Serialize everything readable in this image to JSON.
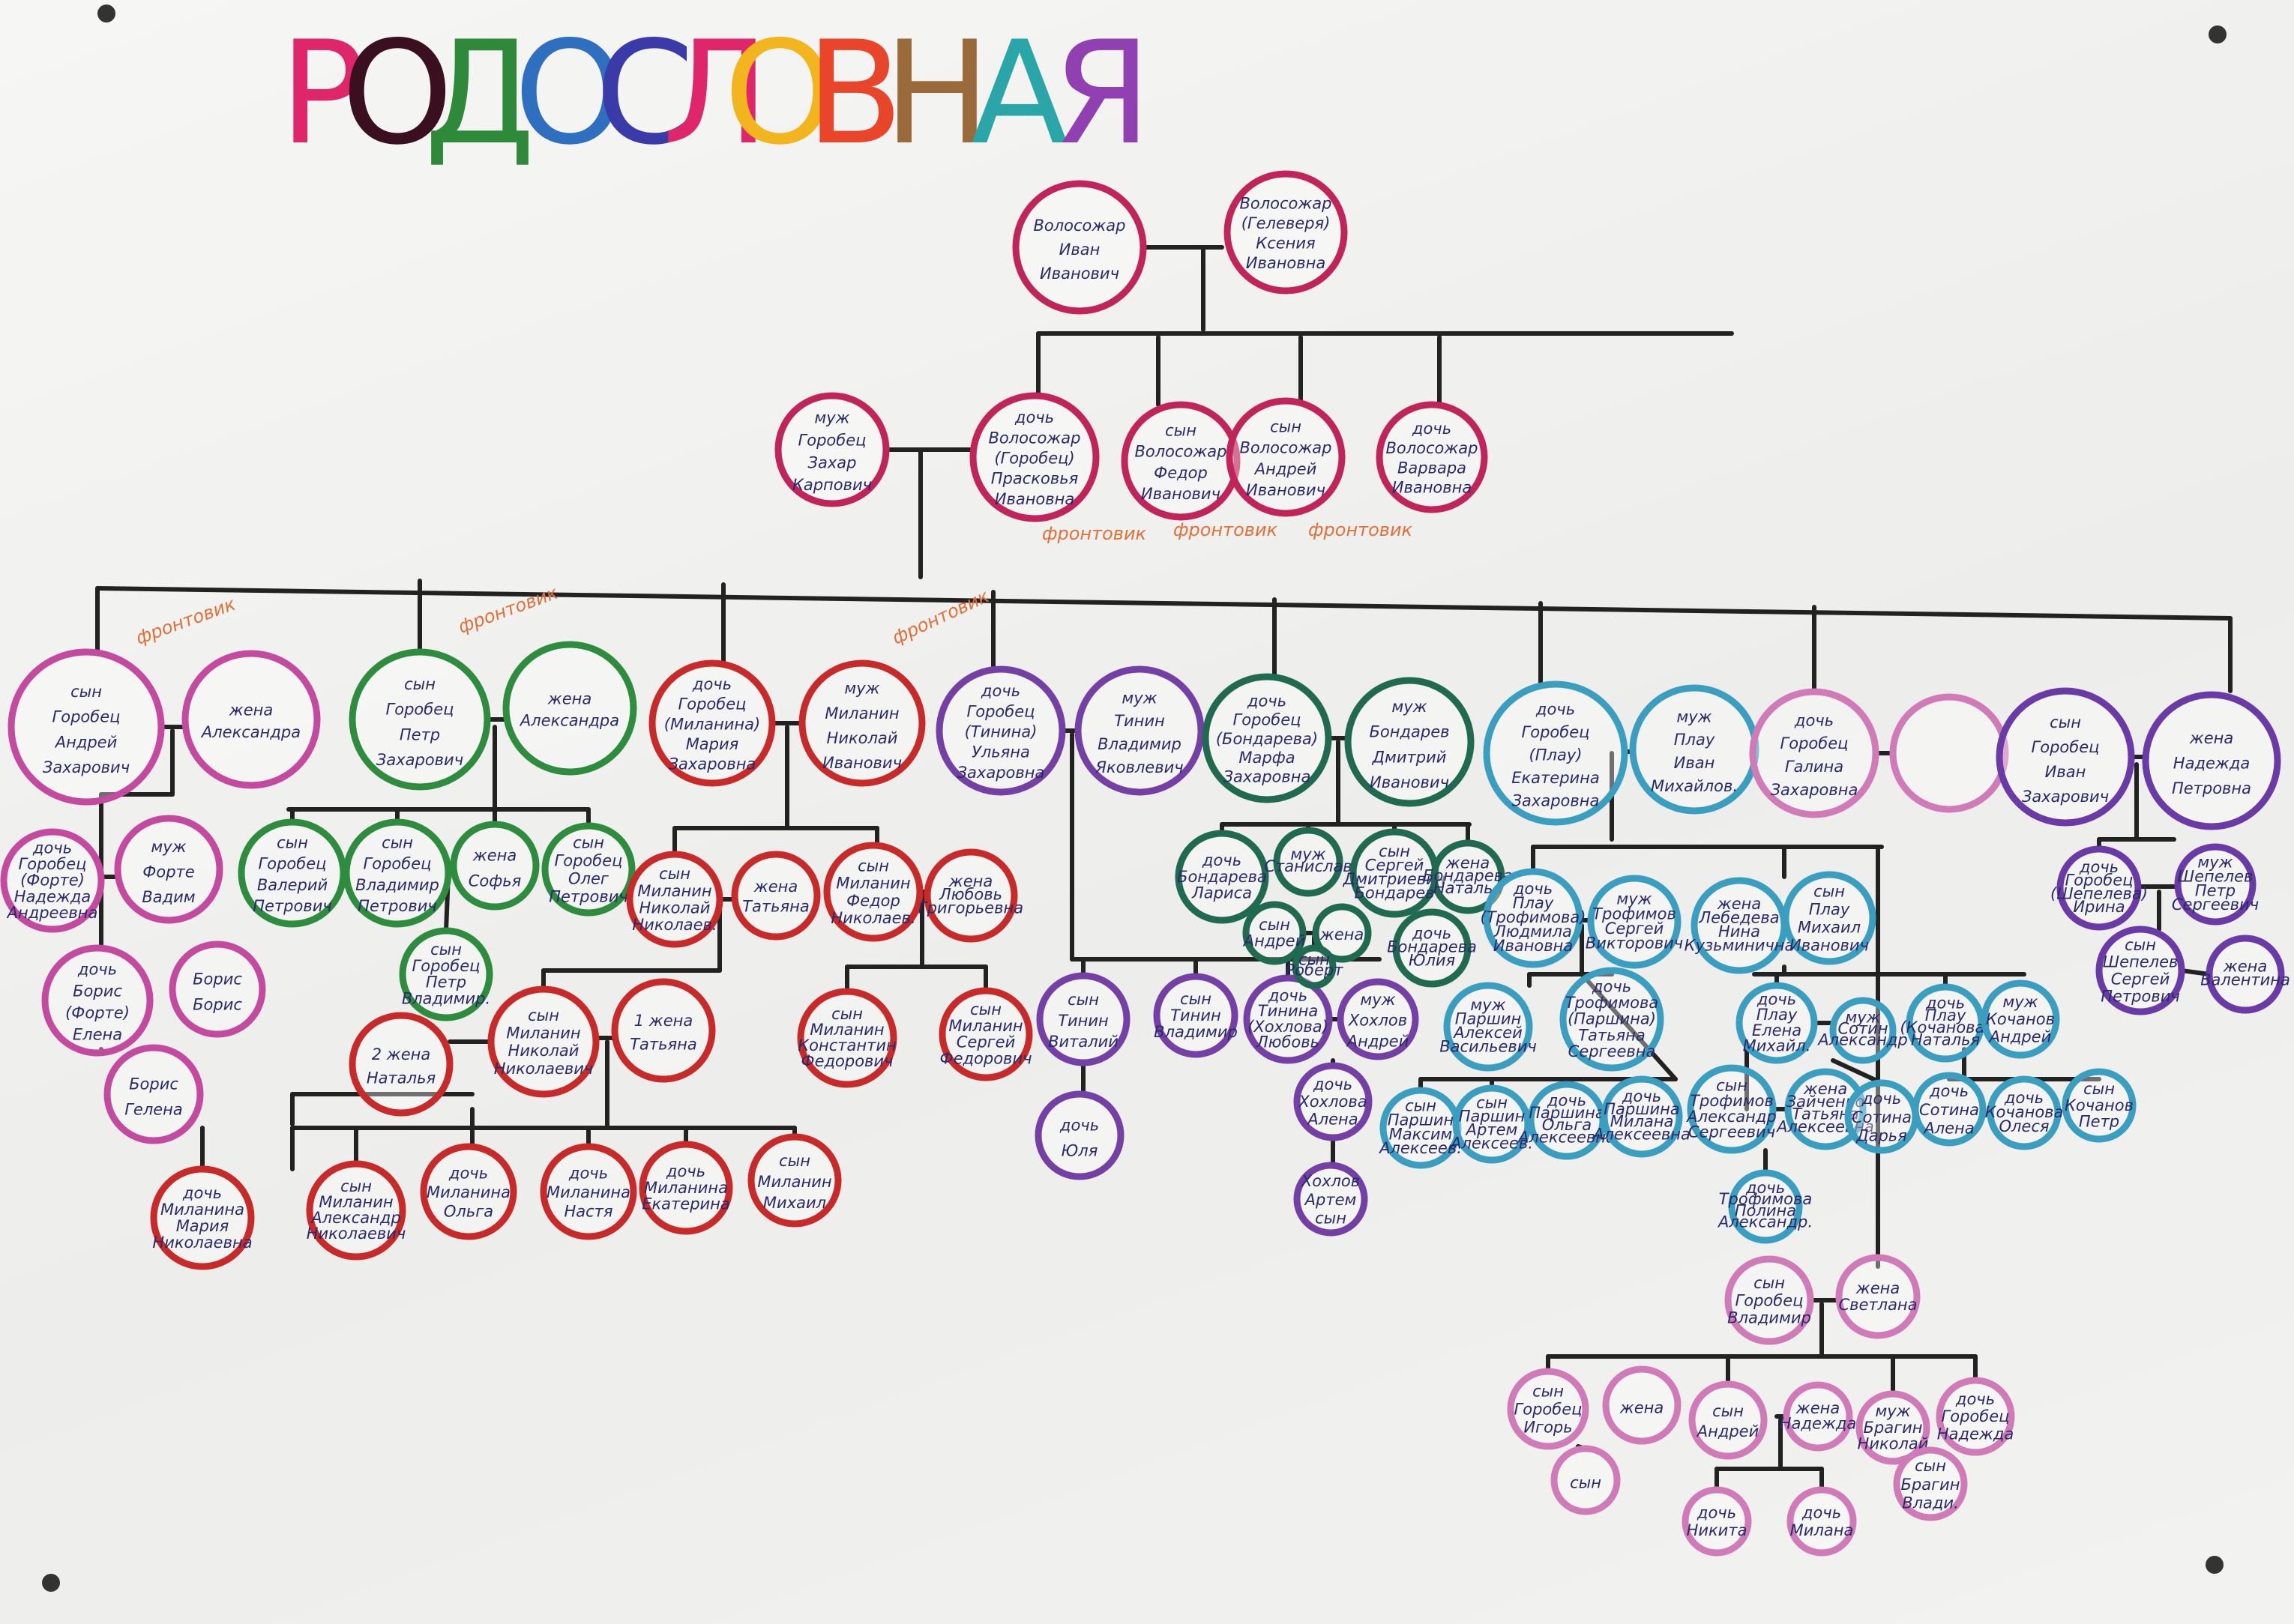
{
  "title_letters": [
    "Р",
    "О",
    "Д",
    "О",
    "С",
    "Л",
    "О",
    "В",
    "Н",
    "А",
    "Я"
  ],
  "title_colors": [
    "#e0266a",
    "#3a1020",
    "#2e8a3a",
    "#2f6fc0",
    "#3a3aa8",
    "#e0266a",
    "#f2b51e",
    "#e8452a",
    "#9a6a3a",
    "#2aa6a8",
    "#9040b0"
  ],
  "colors": {
    "founders": "#c0245a",
    "andrey": "#c34a9e",
    "petr": "#2e8c3e",
    "maria": "#c82a2a",
    "ulyana": "#7540a6",
    "marfa": "#1f6a50",
    "ekaterina": "#3a9ec0",
    "galina": "#d07ab8",
    "ivan": "#6a3aa6",
    "lines": "#222222",
    "notes": "#e0703a"
  },
  "nodes": {
    "ivan_sr": [
      "Волосожар",
      "Иван",
      "Иванович"
    ],
    "kseniya": [
      "Волосожар",
      "(Гелеверя)",
      "Ксения",
      "Ивановна"
    ],
    "zakhar": [
      "муж",
      "Горобец",
      "Захар",
      "Карпович"
    ],
    "praskovya": [
      "дочь",
      "Волосожар",
      "(Горобец)",
      "Прасковья",
      "Ивановна"
    ],
    "fedor": [
      "сын",
      "Волосожар",
      "Федор",
      "Иванович"
    ],
    "andrey_v": [
      "сын",
      "Волосожар",
      "Андрей",
      "Иванович"
    ],
    "varvara": [
      "дочь",
      "Волосожар",
      "Варвара",
      "Ивановна"
    ],
    "andrey": [
      "сын",
      "Горобец",
      "Андрей",
      "Захарович"
    ],
    "andrey_wife": [
      "жена",
      "Александра"
    ],
    "petr": [
      "сын",
      "Горобец",
      "Петр",
      "Захарович"
    ],
    "petr_wife": [
      "жена",
      "Александра"
    ],
    "maria": [
      "дочь",
      "Горобец",
      "(Миланина)",
      "Мария",
      "Захаровна"
    ],
    "nikolay": [
      "муж",
      "Миланин",
      "Николай",
      "Иванович"
    ],
    "ulyana": [
      "дочь",
      "Горобец",
      "(Тинина)",
      "Ульяна",
      "Захаровна"
    ],
    "vladimir_t": [
      "муж",
      "Тинин",
      "Владимир",
      "Яковлевич"
    ],
    "marfa": [
      "дочь",
      "Горобец",
      "(Бондарева)",
      "Марфа",
      "Захаровна"
    ],
    "dmitriy": [
      "муж",
      "Бондарев",
      "Дмитрий",
      "Иванович"
    ],
    "ekaterina": [
      "дочь",
      "Горобец",
      "(Плау)",
      "Екатерина",
      "Захаровна"
    ],
    "ivan_plau": [
      "муж",
      "Плау",
      "Иван",
      "Михайлов."
    ],
    "galina": [
      "дочь",
      "Горобец",
      "Галина",
      "Захаровна"
    ],
    "galina_husband": [],
    "ivan_g": [
      "сын",
      "Горобец",
      "Иван",
      "Захарович"
    ],
    "nadezhda": [
      "жена",
      "Надежда",
      "Петровна"
    ],
    "nadezhda_a": [
      "дочь",
      "Горобец",
      "(Форте)",
      "Надежда",
      "Андреевна"
    ],
    "vadim": [
      "муж",
      "Форте",
      "Вадим"
    ],
    "elena_a": [
      "дочь",
      "Борис",
      "(Форте)",
      "Елена"
    ],
    "boris": [
      "Борис",
      "Борис"
    ],
    "gelena": [
      "Борис",
      "Гелена"
    ],
    "valeriy": [
      "сын",
      "Горобец",
      "Валерий",
      "Петрович"
    ],
    "vladimir_p": [
      "сын",
      "Горобец",
      "Владимир",
      "Петрович"
    ],
    "sofia": [
      "жена",
      "Софья"
    ],
    "oleg": [
      "сын",
      "Горобец",
      "Олег",
      "Петрович"
    ],
    "petr_v": [
      "сын",
      "Горобец",
      "Петр",
      "Владимир."
    ],
    "nikolay_n": [
      "сын",
      "Миланин",
      "Николай",
      "Николаев."
    ],
    "tatyana1": [
      "жена",
      "Татьяна"
    ],
    "fedor_n": [
      "сын",
      "Миланин",
      "Федор",
      "Николаев."
    ],
    "lyubov": [
      "жена",
      "Любовь",
      "Григорьевна"
    ],
    "natalya": [
      "2 жена",
      "Наталья"
    ],
    "nikolay_nn": [
      "сын",
      "Миланин",
      "Николай",
      "Николаевич"
    ],
    "tatyana2": [
      "1 жена",
      "Татьяна"
    ],
    "konstantin": [
      "сын",
      "Миланин",
      "Константин",
      "Федорович"
    ],
    "sergey_f": [
      "сын",
      "Миланин",
      "Сергей",
      "Федорович"
    ],
    "maria_n": [
      "дочь",
      "Миланина",
      "Мария",
      "Николаевна"
    ],
    "aleksandr_n": [
      "сын",
      "Миланин",
      "Александр",
      "Николаевич"
    ],
    "olga": [
      "дочь",
      "Миланина",
      "Ольга"
    ],
    "nastya": [
      "дочь",
      "Миланина",
      "Настя"
    ],
    "ekaterina_m": [
      "дочь",
      "Миланина",
      "Екатерина"
    ],
    "mikhail_m": [
      "сын",
      "Миланин",
      "Михаил"
    ],
    "vitaliy": [
      "сын",
      "Тинин",
      "Виталий"
    ],
    "vladimir_tt": [
      "сын",
      "Тинин",
      "Владимир"
    ],
    "lyubov_t": [
      "дочь",
      "Тинина",
      "(Хохлова)",
      "Любовь"
    ],
    "hohlov": [
      "муж",
      "Хохлов",
      "Андрей"
    ],
    "yulya": [
      "дочь",
      "Юля"
    ],
    "alena": [
      "дочь",
      "Хохлова",
      "Алена"
    ],
    "artem": [
      "Хохлов",
      "Артем",
      "сын"
    ],
    "larisa": [
      "дочь",
      "Бондарева",
      "Лариса"
    ],
    "stanislav": [
      "муж",
      "Станислав"
    ],
    "sergey_b": [
      "сын",
      "Сергей",
      "Дмитриевич",
      "Бондарев"
    ],
    "natalya_b": [
      "жена",
      "Бондарева",
      "Наталья"
    ],
    "andrey_s": [
      "сын",
      "Андрей"
    ],
    "zhena_b": [
      "жена"
    ],
    "yulya_b": [
      "дочь",
      "Бондарева",
      "Юлия"
    ],
    "syn_b": [
      "сын",
      "Роберт"
    ],
    "lyudmila": [
      "дочь",
      "Плау",
      "(Трофимова)",
      "Людмила",
      "Ивановна"
    ],
    "sergey_tr": [
      "муж",
      "Трофимов",
      "Сергей",
      "Викторович"
    ],
    "nina": [
      "жена",
      "Лебедева",
      "Нина",
      "Кузьминична"
    ],
    "mikhail_p": [
      "сын",
      "Плау",
      "Михаил",
      "Иванович"
    ],
    "aleksey_par": [
      "муж",
      "Паршин",
      "Алексей",
      "Васильевич"
    ],
    "tatyana_tr": [
      "дочь",
      "Трофимова",
      "(Паршина)",
      "Татьяна",
      "Сергеевна"
    ],
    "maksim": [
      "сын",
      "Паршин",
      "Максим",
      "Алексеев."
    ],
    "artem_p": [
      "сын",
      "Паршин",
      "Артем",
      "Алексеев."
    ],
    "olga_p": [
      "дочь",
      "Паршина",
      "Ольга",
      "Алексеевна"
    ],
    "milana": [
      "дочь",
      "Паршина",
      "Милана",
      "Алексеевна"
    ],
    "aleksandr_tr": [
      "сын",
      "Трофимов",
      "Александр",
      "Сергеевич"
    ],
    "tatyana_z": [
      "жена",
      "Зайченко",
      "Татьяна",
      "Алексеевна"
    ],
    "polina": [
      "дочь",
      "Трофимова",
      "Полина",
      "Александр."
    ],
    "elena_p": [
      "дочь",
      "Плау",
      "Елена",
      "Михайл."
    ],
    "sotin": [
      "муж",
      "Сотин",
      "Александр"
    ],
    "natalya_p": [
      "дочь",
      "Плау",
      "(Кочанова)",
      "Наталья"
    ],
    "kochanov": [
      "муж",
      "Кочанов",
      "Андрей"
    ],
    "darya": [
      "дочь",
      "Сотина",
      "Дарья"
    ],
    "alena_s": [
      "дочь",
      "Сотина",
      "Алена"
    ],
    "olesya": [
      "дочь",
      "Кочанова",
      "Олеся"
    ],
    "petr_k": [
      "сын",
      "Кочанов",
      "Петр"
    ],
    "irina": [
      "дочь",
      "Горобец",
      "(Шепелева)",
      "Ирина"
    ],
    "petr_sh": [
      "муж",
      "Шепелев",
      "Петр",
      "Сергеевич"
    ],
    "sergey_sh": [
      "сын",
      "Шепелев",
      "Сергей",
      "Петрович"
    ],
    "valentina": [
      "жена",
      "Валентина"
    ],
    "vladimir_g": [
      "сын",
      "Горобец",
      "Владимир"
    ],
    "svetlana": [
      "жена",
      "Светлана"
    ],
    "igor": [
      "сын",
      "Горобец",
      "Игорь"
    ],
    "igor_wife": [
      "жена"
    ],
    "andrey_g": [
      "сын",
      "Андрей"
    ],
    "nadezhda_w": [
      "жена",
      "Надежда"
    ],
    "nikolay_br": [
      "муж",
      "Брагин",
      "Николай"
    ],
    "nadezhda_g": [
      "дочь",
      "Горобец",
      "Надежда"
    ],
    "syn_i": [
      "сын"
    ],
    "nikita": [
      "дочь",
      "Никита"
    ],
    "milana_g": [
      "дочь",
      "Милана"
    ],
    "vlad_br": [
      "сын",
      "Брагин",
      "Влади."
    ]
  },
  "notes": {
    "n1": "фронтовик",
    "n2": "фронтовик",
    "n3": "фронтовик",
    "n4": "фронтовик",
    "n5": "фронтовик",
    "n6": "фронтовик"
  }
}
